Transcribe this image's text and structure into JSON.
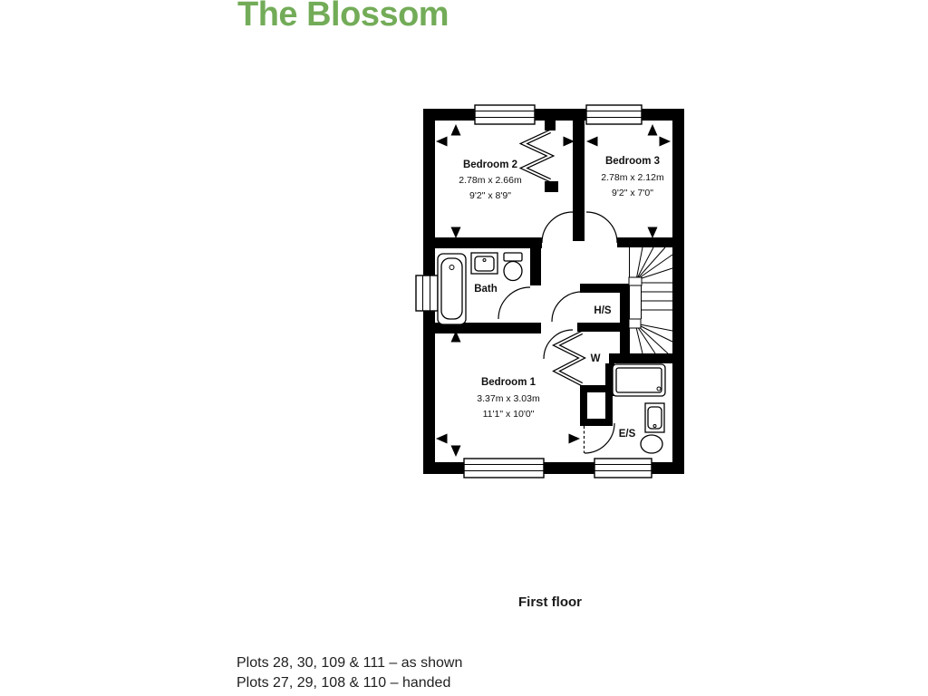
{
  "title": "The Blossom",
  "colors": {
    "title_green": "#73ac58",
    "walls": "#000000",
    "text": "#1f1f1f"
  },
  "floor_label": "First floor",
  "plots": [
    "Plots 28, 30, 109 & 111 – as shown",
    "Plots 27, 29, 108 & 110 – handed"
  ],
  "rooms": {
    "bedroom2": {
      "name": "Bedroom 2",
      "metric": "2.78m x 2.66m",
      "imperial": "9'2\" x 8'9\""
    },
    "bedroom3": {
      "name": "Bedroom 3",
      "metric": "2.78m x 2.12m",
      "imperial": "9'2\" x 7'0\""
    },
    "bedroom1": {
      "name": "Bedroom 1",
      "metric": "3.37m x 3.03m",
      "imperial": "11'1\" x 10'0\""
    },
    "bath": {
      "name": "Bath"
    },
    "hs": {
      "name": "H/S"
    },
    "wardrobe": {
      "name": "W"
    },
    "ensuite": {
      "name": "E/S"
    }
  }
}
